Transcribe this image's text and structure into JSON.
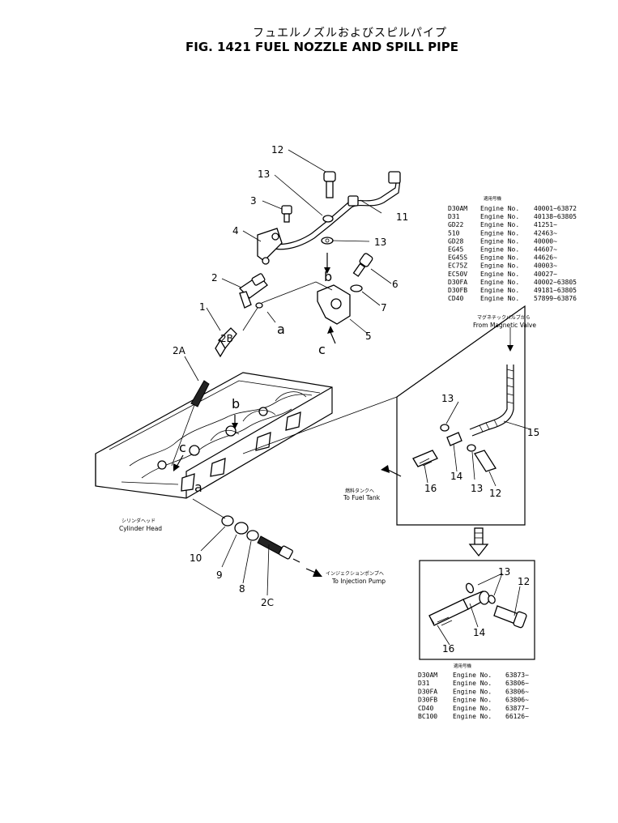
{
  "title": {
    "japanese": "フュエルノズルおよびスピルパイプ",
    "english": "FIG. 1421  FUEL NOZZLE AND SPILL PIPE"
  },
  "callouts": {
    "c1": "1",
    "c2": "2",
    "c2A": "2A",
    "c2B": "2B",
    "c2C": "2C",
    "c3": "3",
    "c4": "4",
    "c5": "5",
    "c6": "6",
    "c7": "7",
    "c8": "8",
    "c9": "9",
    "c10": "10",
    "c11": "11",
    "c12": "12",
    "c13": "13",
    "v_c12": "12",
    "v_c13a": "13",
    "v_c13b": "13",
    "v_c14": "14",
    "v_c15": "15",
    "v_c16": "16",
    "w_c12": "12",
    "w_c13": "13",
    "w_c14": "14",
    "w_c16": "16"
  },
  "letters": {
    "a1": "a",
    "b1": "b",
    "c1": "c",
    "a2": "a",
    "b2": "b",
    "c2": "c"
  },
  "notes": {
    "magnetic_jp": "マグネチックバルブから",
    "magnetic_en": "From Magnetic Valve",
    "fueltank_jp": "燃料タンクへ",
    "fueltank_en": "To Fuel Tank",
    "cylhead_jp": "シリンダヘッド",
    "cylhead_en": "Cylinder Head",
    "injpump_jp": "インジェクションポンプへ",
    "injpump_en": "To Injection Pump"
  },
  "serial_table_1": {
    "header": "適用号機",
    "rows": [
      {
        "model": "D30AM",
        "label": "Engine  No.",
        "range": "40001~63872"
      },
      {
        "model": "D31",
        "label": "Engine  No.",
        "range": "40138~63805"
      },
      {
        "model": "GD22",
        "label": "Engine  No.",
        "range": "41251~"
      },
      {
        "model": "510",
        "label": "Engine  No.",
        "range": "42463~"
      },
      {
        "model": "GD28",
        "label": "Engine  No.",
        "range": "40000~"
      },
      {
        "model": "EG45",
        "label": "Engine  No.",
        "range": "44607~"
      },
      {
        "model": "EG45S",
        "label": "Engine  No.",
        "range": "44626~"
      },
      {
        "model": "EC75Z",
        "label": "Engine  No.",
        "range": "40003~"
      },
      {
        "model": "EC50V",
        "label": "Engine  No.",
        "range": "40027~"
      },
      {
        "model": "D30FA",
        "label": "Engine  No.",
        "range": "40002~63805"
      },
      {
        "model": "D30FB",
        "label": "Engine  No.",
        "range": "49181~63805"
      },
      {
        "model": "CD40",
        "label": "Engine  No.",
        "range": "57899~63876"
      }
    ]
  },
  "serial_table_2": {
    "header": "適用号機",
    "rows": [
      {
        "model": "D30AM",
        "label": "Engine  No.",
        "range": "63873~"
      },
      {
        "model": "D31",
        "label": "Engine  No.",
        "range": "63806~"
      },
      {
        "model": "D30FA",
        "label": "Engine  No.",
        "range": "63806~"
      },
      {
        "model": "D30FB",
        "label": "Engine  No.",
        "range": "63806~"
      },
      {
        "model": "CD40",
        "label": "Engine  No.",
        "range": "63877~"
      },
      {
        "model": "BC100",
        "label": "Engine  No.",
        "range": "66126~"
      }
    ]
  }
}
